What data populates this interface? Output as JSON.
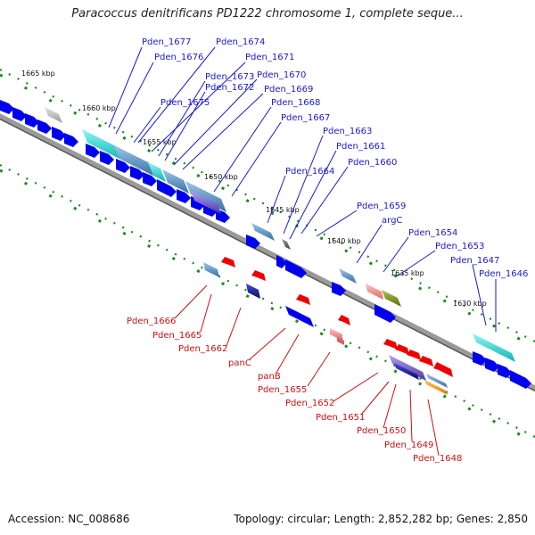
{
  "title": "Paracoccus denitrificans PD1222 chromosome 1, complete seque...",
  "footer": {
    "accession": "Accession: NC_008686",
    "summary": "Topology: circular; Length: 2,852,282 bp; Genes: 2,850"
  },
  "scale_labels": [
    "1665 kbp",
    "1660 kbp",
    "1655 kbp",
    "1650 kbp",
    "1645 kbp",
    "1640 kbp",
    "1635 kbp",
    "1630 kbp"
  ],
  "colors": {
    "label_blue": "#1a1acc",
    "label_red": "#cc1111",
    "cds_forward": "#0000ee",
    "cds_reverse": "#ee0000",
    "backbone": "#777777",
    "scale_ticks": "#1a8a1a"
  },
  "forward_gene_labels": [
    "Pden_1677",
    "Pden_1676",
    "Pden_1674",
    "Pden_1671",
    "Pden_1673",
    "Pden_1672",
    "Pden_1670",
    "Pden_1675",
    "Pden_1669",
    "Pden_1668",
    "Pden_1667",
    "Pden_1663",
    "Pden_1661",
    "Pden_1664",
    "Pden_1660",
    "Pden_1659",
    "argC",
    "Pden_1654",
    "Pden_1653",
    "Pden_1647",
    "Pden_1646"
  ],
  "reverse_gene_labels": [
    "Pden_1666",
    "Pden_1665",
    "Pden_1662",
    "panC",
    "panB",
    "Pden_1655",
    "Pden_1652",
    "Pden_1651",
    "Pden_1650",
    "Pden_1649",
    "Pden_1648"
  ]
}
